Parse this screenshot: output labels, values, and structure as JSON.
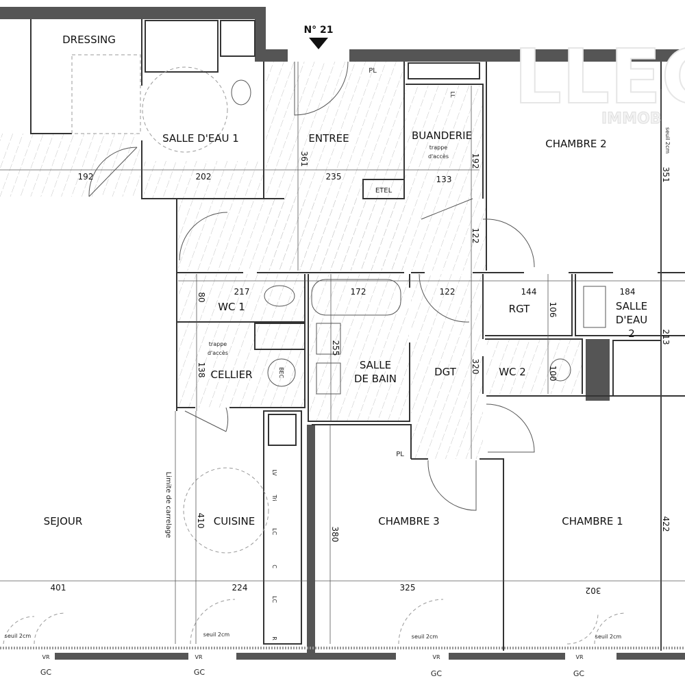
{
  "plan": {
    "entry_label": "N° 21",
    "rooms": {
      "dressing": "DRESSING",
      "salle_eau_1": "SALLE D'EAU 1",
      "entree": "ENTREE",
      "buanderie": "BUANDERIE",
      "chambre_2": "CHAMBRE 2",
      "wc_1": "WC 1",
      "cellier": "CELLIER",
      "salle_de_bain_1": "SALLE",
      "salle_de_bain_2": "DE BAIN",
      "dgt": "DGT",
      "rgt": "RGT",
      "wc_2": "WC 2",
      "salle_eau_2_a": "SALLE",
      "salle_eau_2_b": "D'EAU",
      "salle_eau_2_c": "2",
      "sejour": "SEJOUR",
      "cuisine": "CUISINE",
      "chambre_3": "CHAMBRE 3",
      "chambre_1": "CHAMBRE 1"
    },
    "dimensions": {
      "d192": "192",
      "d202": "202",
      "d235": "235",
      "d361": "361",
      "d133": "133",
      "d192v": "192",
      "d351": "351",
      "d122v": "122",
      "d217": "217",
      "d80": "80",
      "d172": "172",
      "d122": "122",
      "d144": "144",
      "d106": "106",
      "d184": "184",
      "d213": "213",
      "d138": "138",
      "d255": "255",
      "d320": "320",
      "d100": "100",
      "d410": "410",
      "d380": "380",
      "d422": "422",
      "d401": "401",
      "d224": "224",
      "d325": "325",
      "d302": "302"
    },
    "annotations": {
      "pl_top": "PL",
      "pl_bottom": "PL",
      "etel": "ETEL",
      "trappe_buanderie_1": "trappe",
      "trappe_buanderie_2": "d'accès",
      "trappe_cellier_1": "trappe",
      "trappe_cellier_2": "d'accès",
      "bec": "BEC",
      "ll": "LL",
      "limite_carrelage": "Limite de carrelage",
      "kitchen_units": [
        "LV",
        "Tri",
        "LC",
        "C",
        "LC",
        "R"
      ],
      "seuil": "seuil 2cm",
      "vr": "VR",
      "gc": "GC"
    },
    "watermark": {
      "logo_main": "LLEC",
      "logo_sub": "IMMOB"
    },
    "colors": {
      "wall": "#555555",
      "hatch": "#bbbbbb",
      "background": "#ffffff"
    }
  }
}
